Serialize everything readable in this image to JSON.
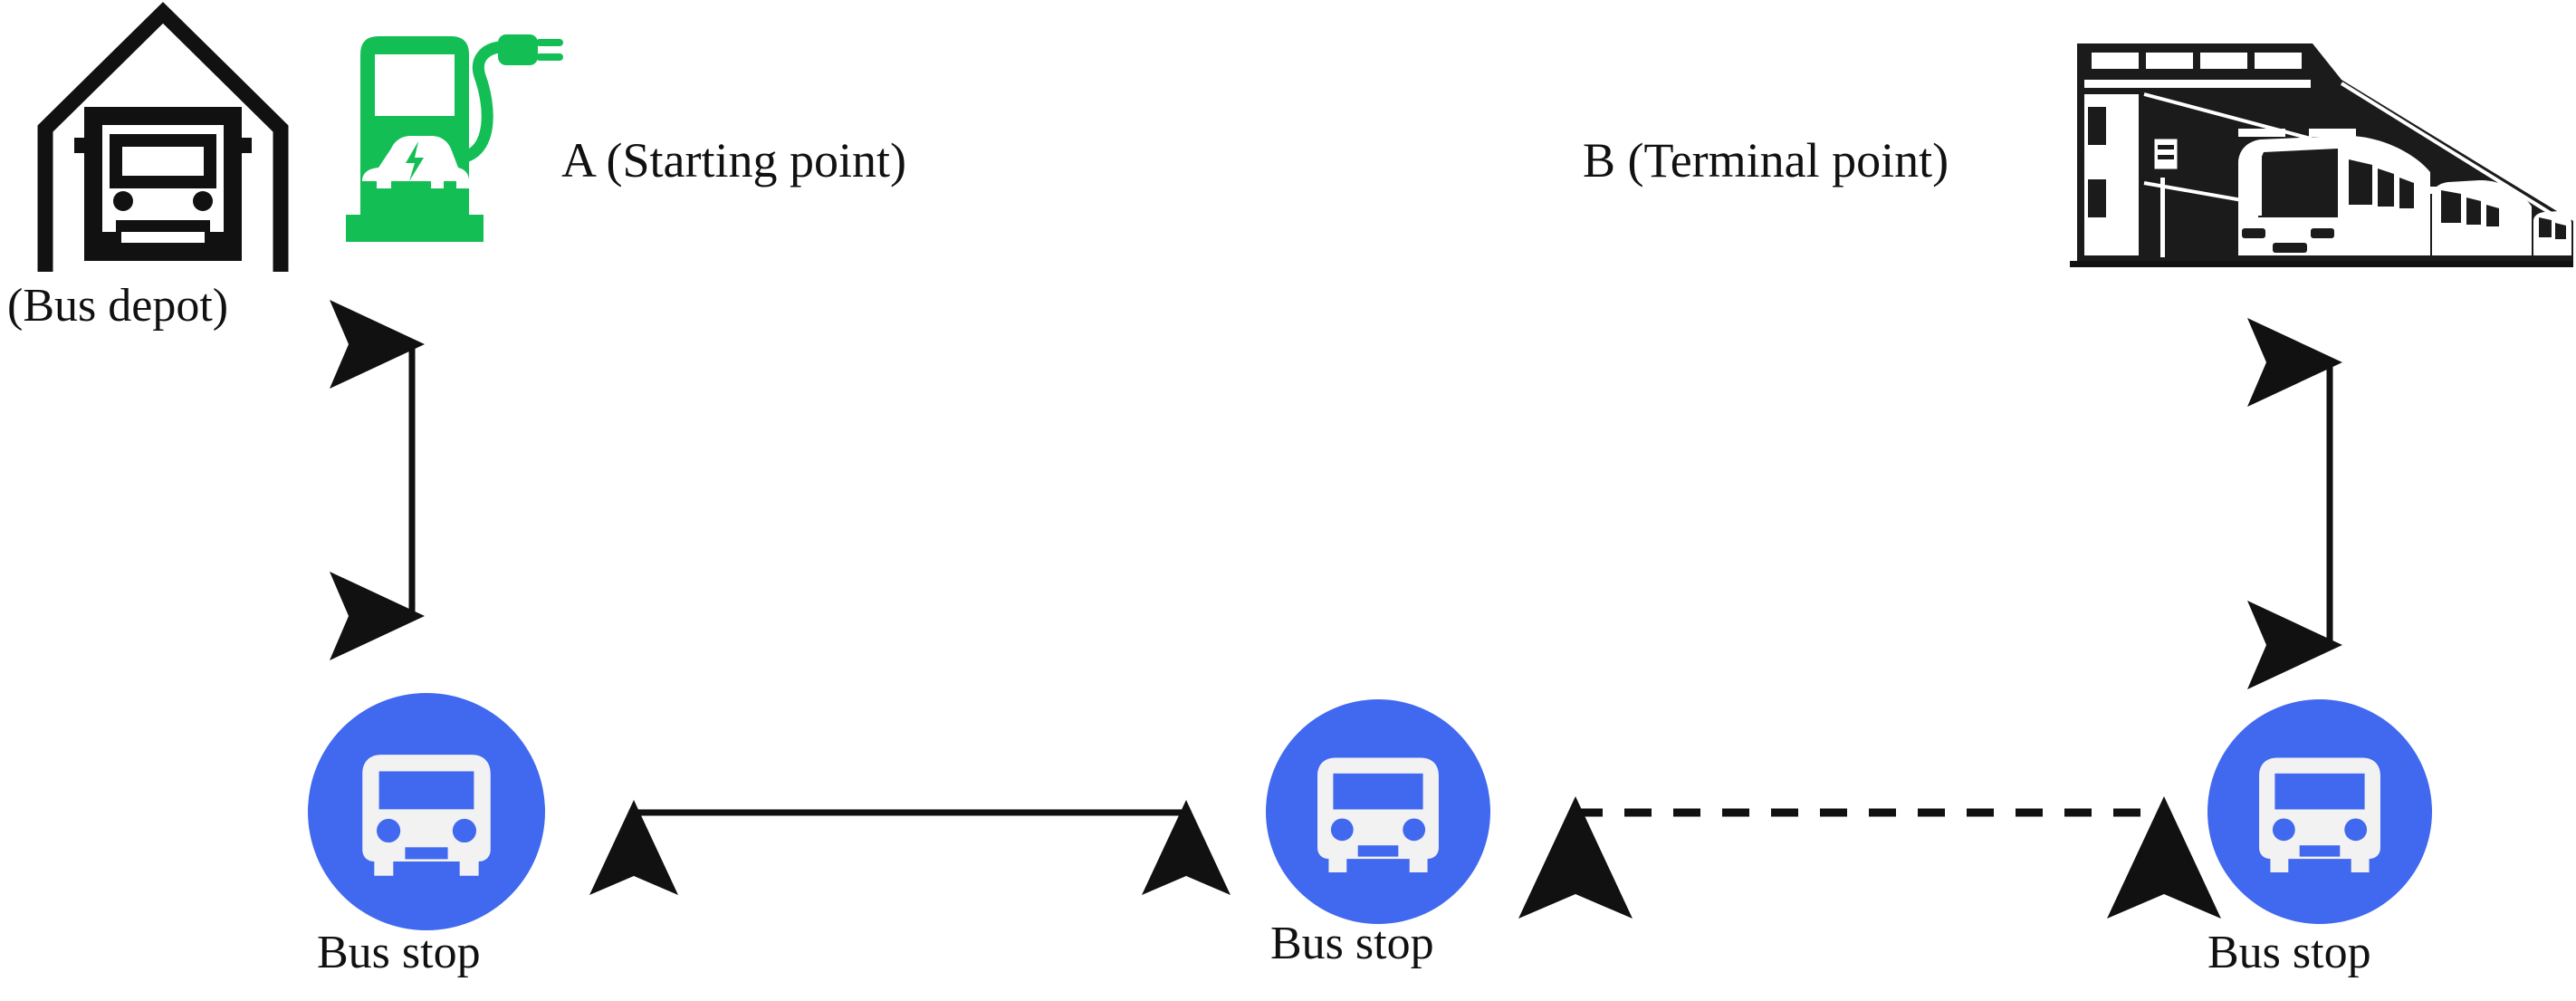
{
  "diagram": {
    "title": "Electric bus route diagram with depot, charging station, bus stops and terminal",
    "background_color": "#ffffff",
    "stroke_color": "#111111"
  },
  "colors": {
    "bus_stop_blue": "#4169F0",
    "charger_green": "#13BF55",
    "icon_black": "#111111",
    "bus_glyph_white": "#F2F2F2"
  },
  "nodes": {
    "depot": {
      "icon_name": "bus-depot-icon",
      "caption": "(Bus depot)"
    },
    "charging_station": {
      "icon_name": "ev-charging-station-icon",
      "caption": "A (Starting point)"
    },
    "terminal": {
      "icon_name": "bus-terminal-icon",
      "caption": "B (Terminal point)"
    },
    "bus_stops": [
      {
        "icon_name": "bus-stop-icon",
        "caption": "Bus stop",
        "id": "bus-stop-left"
      },
      {
        "icon_name": "bus-stop-icon",
        "caption": "Bus stop",
        "id": "bus-stop-middle"
      },
      {
        "icon_name": "bus-stop-icon",
        "caption": "Bus stop",
        "id": "bus-stop-right"
      }
    ]
  },
  "connectors": [
    {
      "id": "connector-charger-to-left-stop",
      "name": "vertical-double-arrow-left",
      "style": "solid",
      "heads": "both",
      "orientation": "vertical"
    },
    {
      "id": "connector-left-stop-to-middle-stop",
      "name": "horizontal-double-arrow-solid",
      "style": "solid",
      "heads": "both",
      "orientation": "horizontal"
    },
    {
      "id": "connector-middle-stop-to-right-stop",
      "name": "horizontal-double-arrow-dashed",
      "style": "dashed",
      "heads": "both",
      "orientation": "horizontal"
    },
    {
      "id": "connector-terminal-to-right-stop",
      "name": "vertical-double-arrow-right",
      "style": "solid",
      "heads": "both",
      "orientation": "vertical"
    }
  ]
}
